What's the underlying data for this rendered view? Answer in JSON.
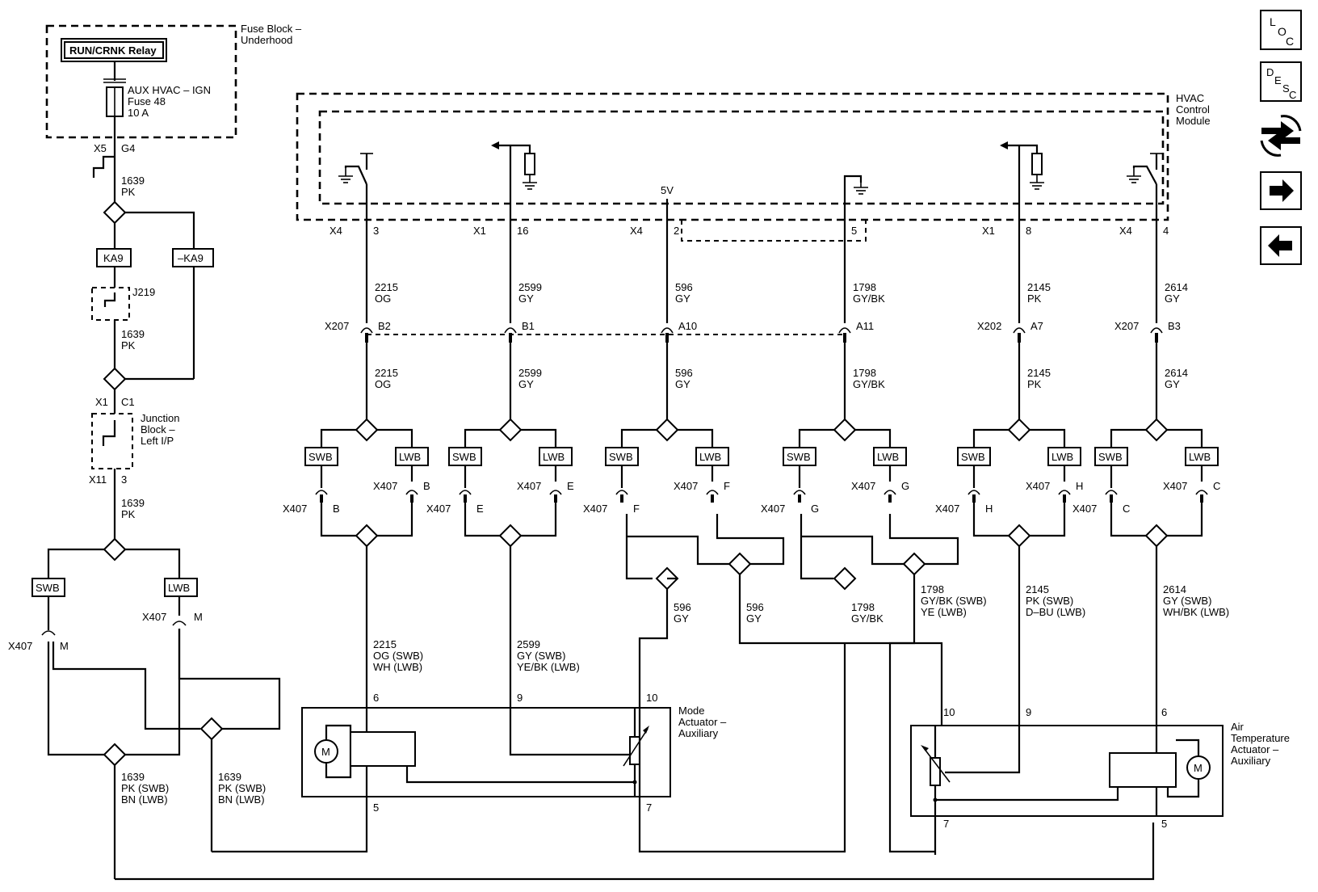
{
  "title": "",
  "nav": {
    "loc": [
      "L",
      "O",
      "C"
    ],
    "desc": [
      "D",
      "E",
      "S",
      "C"
    ]
  },
  "fuse_block": {
    "label_line1": "Fuse Block –",
    "label_line2": "Underhood",
    "relay": "RUN/CRNK Relay",
    "fuse_line1": "AUX HVAC – IGN",
    "fuse_line2": "Fuse 48",
    "fuse_line3": "10 A",
    "conn": "X5",
    "pin": "G4"
  },
  "left_circuit": {
    "wire1": {
      "num": "1639",
      "color": "PK"
    },
    "ka9": "KA9",
    "nka9": "–KA9",
    "j219": "J219",
    "wire2": {
      "num": "1639",
      "color": "PK"
    },
    "x1": "X1",
    "c1": "C1",
    "junction_line1": "Junction",
    "junction_line2": "Block –",
    "junction_line3": "Left I/P",
    "x11": "X11",
    "pin3": "3",
    "wire3": {
      "num": "1639",
      "color": "PK"
    },
    "swb": "SWB",
    "lwb": "LWB",
    "x407": "X407",
    "m": "M",
    "out1": {
      "num": "1639",
      "c1": "PK (SWB)",
      "c2": "BN (LWB)"
    },
    "out2": {
      "num": "1639",
      "c1": "PK (SWB)",
      "c2": "BN (LWB)"
    }
  },
  "hvac": {
    "label_line1": "HVAC",
    "label_line2": "Control",
    "label_line3": "Module",
    "v5": "5V"
  },
  "columns": [
    {
      "conn": "X4",
      "pin": "3",
      "wire": {
        "num": "2215",
        "color": "OG"
      },
      "inline_conn": "X207",
      "inline_pin": "B2",
      "x407_pin": "B"
    },
    {
      "conn": "X1",
      "pin": "16",
      "wire": {
        "num": "2599",
        "color": "GY"
      },
      "inline_conn": "",
      "inline_pin": "B1",
      "x407_pin": "E"
    },
    {
      "conn": "X4",
      "pin": "2",
      "wire": {
        "num": "596",
        "color": "GY"
      },
      "inline_conn": "",
      "inline_pin": "A10",
      "x407_pin": "F"
    },
    {
      "conn": "",
      "pin": "5",
      "wire": {
        "num": "1798",
        "color": "GY/BK"
      },
      "inline_conn": "",
      "inline_pin": "A11",
      "x407_pin": "G"
    },
    {
      "conn": "X1",
      "pin": "8",
      "wire": {
        "num": "2145",
        "color": "PK"
      },
      "inline_conn": "X202",
      "inline_pin": "A7",
      "x407_pin": "H"
    },
    {
      "conn": "X4",
      "pin": "4",
      "wire": {
        "num": "2614",
        "color": "GY"
      },
      "inline_conn": "X207",
      "inline_pin": "B3",
      "x407_pin": "C"
    }
  ],
  "lower_labels": {
    "c1": {
      "num": "2215",
      "c1": "OG (SWB)",
      "c2": "WH (LWB)"
    },
    "c2": {
      "num": "2599",
      "c1": "GY (SWB)",
      "c2": "YE/BK (LWB)"
    },
    "c3a": {
      "num": "596",
      "c1": "GY"
    },
    "c3b": {
      "num": "596",
      "c1": "GY"
    },
    "c4a": {
      "num": "1798",
      "c1": "GY/BK"
    },
    "c4b": {
      "num": "1798",
      "c1": "GY/BK (SWB)",
      "c2": "YE (LWB)"
    },
    "c5": {
      "num": "2145",
      "c1": "PK (SWB)",
      "c2": "D–BU (LWB)"
    },
    "c6": {
      "num": "2614",
      "c1": "GY (SWB)",
      "c2": "WH/BK (LWB)"
    }
  },
  "mode_actuator": {
    "line1": "Mode",
    "line2": "Actuator –",
    "line3": "Auxiliary",
    "pin6": "6",
    "pin9": "9",
    "pin10": "10",
    "pin5": "5",
    "pin7": "7",
    "motor": "M"
  },
  "air_actuator": {
    "line1": "Air",
    "line2": "Temperature",
    "line3": "Actuator –",
    "line4": "Auxiliary",
    "pin10": "10",
    "pin9": "9",
    "pin6": "6",
    "pin7": "7",
    "pin5": "5",
    "motor": "M"
  }
}
